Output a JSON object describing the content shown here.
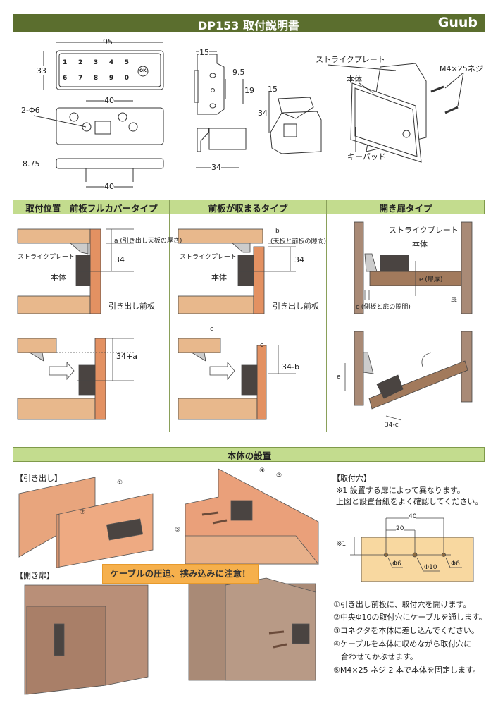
{
  "header": {
    "title": "DP153 取付説明書",
    "logo": "Guub"
  },
  "colors": {
    "header": "#5b6e2e",
    "section": "#c3dc8e",
    "board": "#e8b88c",
    "front_panel": "#e39162",
    "door": "#a98a76",
    "caution": "#f6b04c",
    "lock_body": "#4a4441"
  },
  "dimensions": {
    "front_width": "95",
    "front_height": "33",
    "back_hole_pitch": "40",
    "back_holes": "2-Φ6",
    "side_thickness": "8.75",
    "bottom_pitch": "40",
    "strike_width": "15",
    "strike_offset": "9.5",
    "strike_height": "19",
    "strike_length": "34",
    "body_width": "15",
    "body_height": "34",
    "keypad_digits_row1": [
      "1",
      "2",
      "3",
      "4",
      "5"
    ],
    "keypad_digits_row2": [
      "6",
      "7",
      "8",
      "9",
      "0"
    ],
    "keypad_ok": "OK"
  },
  "parts": {
    "strike_plate": "ストライクプレート",
    "body": "本体",
    "screw": "M4×25ネジ",
    "keypad": "キーパッド"
  },
  "sections": {
    "mounting": [
      {
        "title": "取付位置　前板フルカバータイプ",
        "label_a": "a (引き出し天板の厚さ)",
        "dim": "34",
        "strike": "ストライクプレート",
        "body": "本体",
        "front": "引き出し前板",
        "dim2": "34+a"
      },
      {
        "title": "前板が収まるタイプ",
        "label_b": "b",
        "label_b_note": "(天板と前板の隙間)",
        "dim": "34",
        "strike": "ストライクプレート",
        "body": "本体",
        "front": "引き出し前板",
        "label_e": "e",
        "dim2": "34-b"
      },
      {
        "title": "開き扉タイプ",
        "strike": "ストライクプレート",
        "body": "本体",
        "label_e": "e (扉厚)",
        "door": "扉",
        "label_c": "c (側板と扉の隙間)",
        "label_e2": "e",
        "dim2": "34-c"
      }
    ],
    "install": {
      "title": "本体の設置",
      "drawer": "【引き出し】",
      "door": "【開き扉】",
      "caution": "ケーブルの圧迫、挟み込みに注意！",
      "markers": [
        "①",
        "②",
        "③",
        "④",
        "⑤"
      ],
      "holes_title": "【取付穴】",
      "note1": "※1 設置する扉によって異なります。",
      "note2": "上図と設置台紙をよく確認してください。",
      "hole_dims": {
        "outer": "40",
        "inner": "20",
        "ref": "※1",
        "left": "Φ6",
        "center": "Φ10",
        "right": "Φ6"
      },
      "steps": [
        "①引き出し前板に、取付穴を開けます。",
        "②中央Φ10の取付穴にケーブルを通します。",
        "③コネクタを本体に差し込んでください。",
        "④ケーブルを本体に収めながら取付穴に",
        "　合わせてかぶせます。",
        "⑤M4×25 ネジ 2 本で本体を固定します。"
      ]
    }
  }
}
